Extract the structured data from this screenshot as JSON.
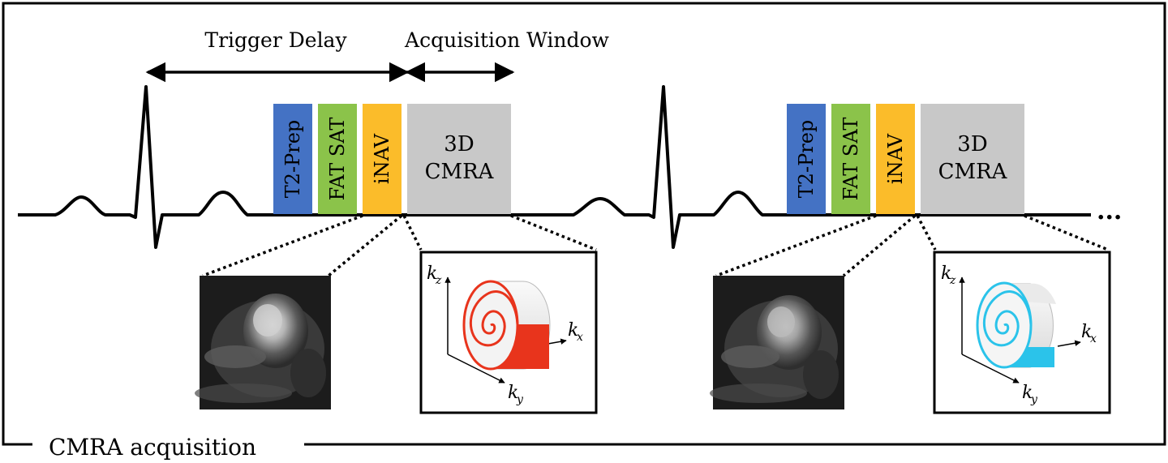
{
  "figure": {
    "frame_label": "CMRA acquisition",
    "timing": {
      "trigger_delay_label": "Trigger Delay",
      "acquisition_window_label": "Acquisition Window"
    },
    "blocks": [
      {
        "label": "T2-Prep",
        "color": "#4472C4",
        "text_color": "#ffffff"
      },
      {
        "label": "FAT SAT",
        "color": "#8BC34A",
        "text_color": "#ffffff"
      },
      {
        "label": "iNAV",
        "color": "#FBBC2A",
        "text_color": "#000000"
      },
      {
        "label_line1": "3D",
        "label_line2": "CMRA",
        "color": "#C8C8C8",
        "text_color": "#000000"
      }
    ],
    "kspace_axes": {
      "kz": "k",
      "kz_sub": "z",
      "kx": "k",
      "kx_sub": "x",
      "ky": "k",
      "ky_sub": "y"
    },
    "trajectory_colors": [
      "#E8341C",
      "#2BC3EA"
    ],
    "continuation": "..."
  }
}
